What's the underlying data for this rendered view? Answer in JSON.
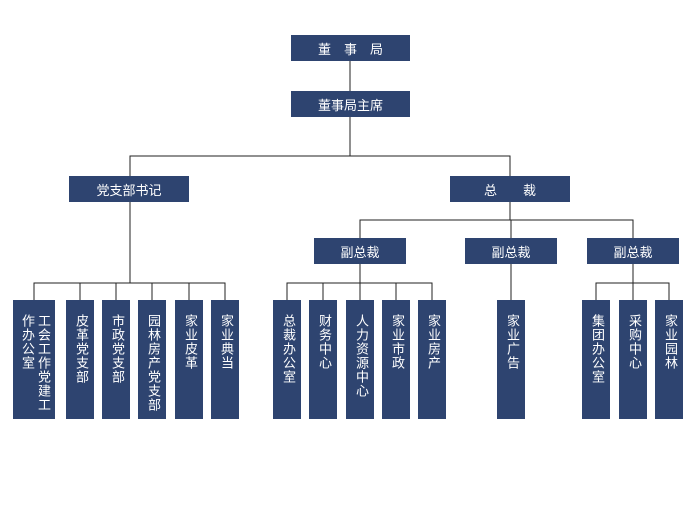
{
  "board": "董　事　局",
  "chairman": "董事局主席",
  "party_secretary": "党支部书记",
  "president": "总　　裁",
  "vp": [
    "副总裁",
    "副总裁",
    "副总裁"
  ],
  "party_depts": [
    "工会工作党建工作办公室",
    "皮革党支部",
    "市政党支部",
    "园林房产党支部",
    "家业皮革",
    "家业典当"
  ],
  "vp1_depts": [
    "总裁办公室",
    "财务中心",
    "人力资源中心",
    "家业市政",
    "家业房产"
  ],
  "vp2_depts": [
    "家业广告"
  ],
  "vp3_depts": [
    "集团办公室",
    "采购中心",
    "家业园林"
  ]
}
